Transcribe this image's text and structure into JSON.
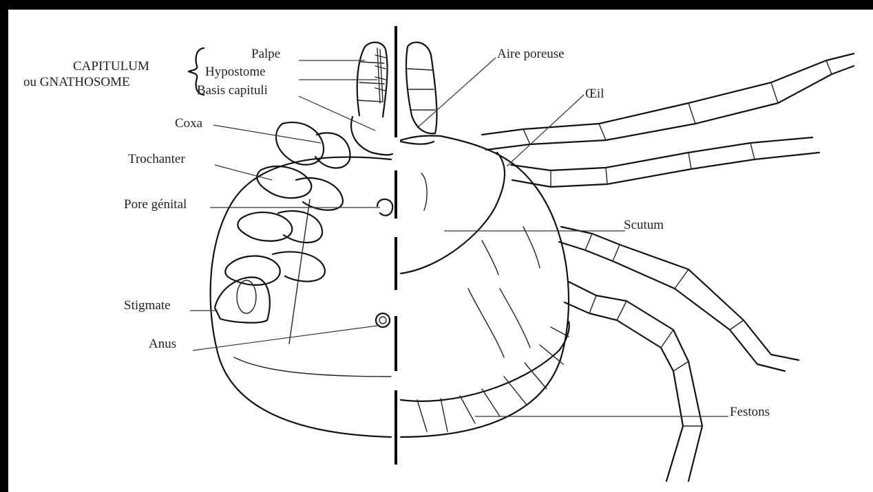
{
  "labels": {
    "capitulum_line1": "CAPITULUM",
    "capitulum_line2": "ou GNATHOSOME",
    "palpe": "Palpe",
    "hypostome": "Hypostome",
    "basis_capituli": "Basis capituli",
    "coxa": "Coxa",
    "trochanter": "Trochanter",
    "pore_genital": "Pore génital",
    "stigmate": "Stigmate",
    "anus": "Anus",
    "aire_poreuse": "Aire poreuse",
    "oeil": "Œil",
    "scutum": "Scutum",
    "festons": "Festons"
  }
}
